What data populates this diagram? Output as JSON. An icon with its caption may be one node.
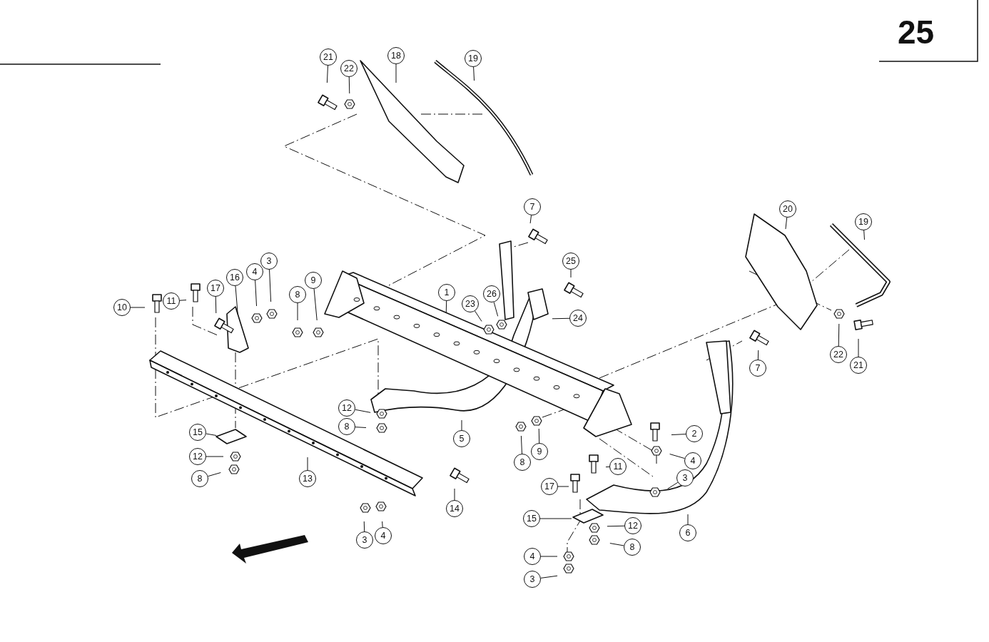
{
  "diagram": {
    "nodes": [
      {
        "text": [
          "21"
        ]
      },
      {
        "text": [
          "22"
        ]
      },
      {
        "text": [
          "18"
        ]
      },
      {
        "text": [
          "19"
        ]
      },
      {
        "text": [
          "7"
        ]
      },
      {
        "text": [
          "20"
        ]
      },
      {
        "text": [
          "19"
        ]
      },
      {
        "text": [
          "10"
        ]
      },
      {
        "text": [
          "11"
        ]
      },
      {
        "text": [
          "17"
        ]
      },
      {
        "text": [
          "16"
        ]
      },
      {
        "text": [
          "4"
        ]
      },
      {
        "text": [
          "3"
        ]
      },
      {
        "text": [
          "8"
        ]
      },
      {
        "text": [
          "9"
        ]
      },
      {
        "text": [
          "1"
        ]
      },
      {
        "text": [
          "23"
        ]
      },
      {
        "text": [
          "26"
        ]
      },
      {
        "text": [
          "25"
        ]
      },
      {
        "text": [
          "24"
        ]
      },
      {
        "text": [
          "7"
        ]
      },
      {
        "text": [
          "22"
        ]
      },
      {
        "text": [
          "21"
        ]
      },
      {
        "text": [
          "12"
        ]
      },
      {
        "text": [
          "8"
        ]
      },
      {
        "text": [
          "5"
        ]
      },
      {
        "text": [
          "15"
        ]
      },
      {
        "text": [
          "12"
        ]
      },
      {
        "text": [
          "8"
        ]
      },
      {
        "text": [
          "13"
        ]
      },
      {
        "text": [
          "14"
        ]
      },
      {
        "text": [
          "3"
        ]
      },
      {
        "text": [
          "4"
        ]
      },
      {
        "text": [
          "8"
        ]
      },
      {
        "text": [
          "9"
        ]
      },
      {
        "text": [
          "2"
        ]
      },
      {
        "text": [
          "4"
        ]
      },
      {
        "text": [
          "3"
        ]
      },
      {
        "text": [
          "11"
        ]
      },
      {
        "text": [
          "17"
        ]
      },
      {
        "text": [
          "15"
        ]
      },
      {
        "text": [
          "12"
        ]
      },
      {
        "text": [
          "8"
        ]
      },
      {
        "text": [
          "6"
        ]
      },
      {
        "text": [
          "4"
        ]
      },
      {
        "text": [
          "3"
        ]
      }
    ],
    "edges": [
      {
        "from": 0,
        "to": null,
        "arrow": "none"
      },
      {
        "from": 1,
        "to": null,
        "arrow": "none"
      },
      {
        "from": 2,
        "to": null,
        "arrow": "none"
      },
      {
        "from": 3,
        "to": null,
        "arrow": "none"
      },
      {
        "from": 4,
        "to": null,
        "arrow": "none"
      },
      {
        "from": 5,
        "to": null,
        "arrow": "none"
      },
      {
        "from": 6,
        "to": null,
        "arrow": "none"
      },
      {
        "from": 7,
        "to": null,
        "arrow": "none"
      },
      {
        "from": 8,
        "to": null,
        "arrow": "none"
      },
      {
        "from": 9,
        "to": null,
        "arrow": "none"
      },
      {
        "from": 10,
        "to": null,
        "arrow": "none"
      },
      {
        "from": 11,
        "to": null,
        "arrow": "none"
      },
      {
        "from": 12,
        "to": null,
        "arrow": "none"
      },
      {
        "from": 13,
        "to": null,
        "arrow": "none"
      },
      {
        "from": 14,
        "to": null,
        "arrow": "none"
      },
      {
        "from": 15,
        "to": null,
        "arrow": "none"
      },
      {
        "from": 16,
        "to": null,
        "arrow": "none"
      },
      {
        "from": 17,
        "to": null,
        "arrow": "none"
      },
      {
        "from": 18,
        "to": null,
        "arrow": "none"
      },
      {
        "from": 19,
        "to": null,
        "arrow": "none"
      },
      {
        "from": 20,
        "to": null,
        "arrow": "none"
      },
      {
        "from": 21,
        "to": null,
        "arrow": "none"
      },
      {
        "from": 22,
        "to": null,
        "arrow": "none"
      },
      {
        "from": 23,
        "to": null,
        "arrow": "none"
      },
      {
        "from": 24,
        "to": null,
        "arrow": "none"
      },
      {
        "from": 25,
        "to": null,
        "arrow": "none"
      },
      {
        "from": 26,
        "to": null,
        "arrow": "none"
      },
      {
        "from": 27,
        "to": null,
        "arrow": "none"
      },
      {
        "from": 28,
        "to": null,
        "arrow": "none"
      },
      {
        "from": 29,
        "to": null,
        "arrow": "none"
      },
      {
        "from": 30,
        "to": null,
        "arrow": "none"
      },
      {
        "from": 31,
        "to": null,
        "arrow": "none"
      },
      {
        "from": 32,
        "to": null,
        "arrow": "none"
      },
      {
        "from": 33,
        "to": null,
        "arrow": "none"
      },
      {
        "from": 34,
        "to": null,
        "arrow": "none"
      },
      {
        "from": 35,
        "to": null,
        "arrow": "none"
      },
      {
        "from": 36,
        "to": null,
        "arrow": "none"
      },
      {
        "from": 37,
        "to": null,
        "arrow": "none"
      },
      {
        "from": 38,
        "to": null,
        "arrow": "none"
      },
      {
        "from": 39,
        "to": null,
        "arrow": "none"
      },
      {
        "from": 40,
        "to": null,
        "arrow": "none"
      },
      {
        "from": 41,
        "to": null,
        "arrow": "none"
      },
      {
        "from": 42,
        "to": null,
        "arrow": "none"
      },
      {
        "from": 43,
        "to": null,
        "arrow": "none"
      },
      {
        "from": 44,
        "to": null,
        "arrow": "none"
      },
      {
        "from": 45,
        "to": null,
        "arrow": "none"
      }
    ],
    "labels": [
      "25"
    ]
  }
}
